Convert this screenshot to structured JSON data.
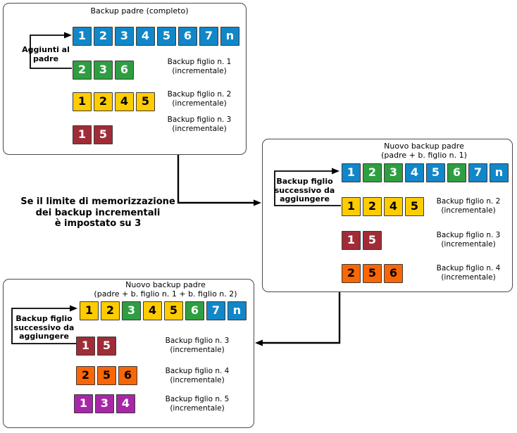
{
  "diagram": {
    "note": "Se il limite di memorizzazione\ndei backup incrementali\nè impostato su 3",
    "colors": {
      "blue": "#1187c9",
      "green": "#2f9e41",
      "yellow": "#ffcc00",
      "red": "#a02c38",
      "orange": "#f96605",
      "purple": "#a827a8",
      "line": "#000000",
      "panel_border": "#4a4a4a"
    },
    "panels": [
      {
        "title": "Backup padre (completo)",
        "bracket_label": "Aggiunti al\npadre",
        "rows": [
          {
            "blocks": [
              {
                "value": "1",
                "color": "blue"
              },
              {
                "value": "2",
                "color": "blue"
              },
              {
                "value": "3",
                "color": "blue"
              },
              {
                "value": "4",
                "color": "blue"
              },
              {
                "value": "5",
                "color": "blue"
              },
              {
                "value": "6",
                "color": "blue"
              },
              {
                "value": "7",
                "color": "blue"
              },
              {
                "value": "n",
                "color": "blue"
              }
            ],
            "label": ""
          },
          {
            "blocks": [
              {
                "value": "2",
                "color": "green"
              },
              {
                "value": "3",
                "color": "green"
              },
              {
                "value": "6",
                "color": "green"
              }
            ],
            "label": "Backup figlio n. 1\n(incrementale)"
          },
          {
            "blocks": [
              {
                "value": "1",
                "color": "yellow"
              },
              {
                "value": "2",
                "color": "yellow"
              },
              {
                "value": "4",
                "color": "yellow"
              },
              {
                "value": "5",
                "color": "yellow"
              }
            ],
            "label": "Backup figlio n. 2\n(incrementale)"
          },
          {
            "blocks": [
              {
                "value": "1",
                "color": "red"
              },
              {
                "value": "5",
                "color": "red"
              }
            ],
            "label": "Backup figlio n. 3\n(incrementale)"
          }
        ]
      },
      {
        "title": "Nuovo backup padre\n(padre + b. figlio n. 1)",
        "bracket_label": "Backup figlio\nsuccessivo da\naggiungere",
        "rows": [
          {
            "blocks": [
              {
                "value": "1",
                "color": "blue"
              },
              {
                "value": "2",
                "color": "green"
              },
              {
                "value": "3",
                "color": "green"
              },
              {
                "value": "4",
                "color": "blue"
              },
              {
                "value": "5",
                "color": "blue"
              },
              {
                "value": "6",
                "color": "green"
              },
              {
                "value": "7",
                "color": "blue"
              },
              {
                "value": "n",
                "color": "blue"
              }
            ],
            "label": ""
          },
          {
            "blocks": [
              {
                "value": "1",
                "color": "yellow"
              },
              {
                "value": "2",
                "color": "yellow"
              },
              {
                "value": "4",
                "color": "yellow"
              },
              {
                "value": "5",
                "color": "yellow"
              }
            ],
            "label": "Backup figlio n. 2\n(incrementale)"
          },
          {
            "blocks": [
              {
                "value": "1",
                "color": "red"
              },
              {
                "value": "5",
                "color": "red"
              }
            ],
            "label": "Backup figlio n. 3\n(incrementale)"
          },
          {
            "blocks": [
              {
                "value": "2",
                "color": "orange"
              },
              {
                "value": "5",
                "color": "orange"
              },
              {
                "value": "6",
                "color": "orange"
              }
            ],
            "label": "Backup figlio n. 4\n(incrementale)"
          }
        ]
      },
      {
        "title": "Nuovo backup padre\n(padre + b. figlio n. 1 + b. figlio n. 2)",
        "bracket_label": "Backup figlio\nsuccessivo da\naggiungere",
        "rows": [
          {
            "blocks": [
              {
                "value": "1",
                "color": "yellow"
              },
              {
                "value": "2",
                "color": "yellow"
              },
              {
                "value": "3",
                "color": "green"
              },
              {
                "value": "4",
                "color": "yellow"
              },
              {
                "value": "5",
                "color": "yellow"
              },
              {
                "value": "6",
                "color": "green"
              },
              {
                "value": "7",
                "color": "blue"
              },
              {
                "value": "n",
                "color": "blue"
              }
            ],
            "label": ""
          },
          {
            "blocks": [
              {
                "value": "1",
                "color": "red"
              },
              {
                "value": "5",
                "color": "red"
              }
            ],
            "label": "Backup figlio n. 3\n(incrementale)"
          },
          {
            "blocks": [
              {
                "value": "2",
                "color": "orange"
              },
              {
                "value": "5",
                "color": "orange"
              },
              {
                "value": "6",
                "color": "orange"
              }
            ],
            "label": "Backup figlio n. 4\n(incrementale)"
          },
          {
            "blocks": [
              {
                "value": "1",
                "color": "purple"
              },
              {
                "value": "3",
                "color": "purple"
              },
              {
                "value": "4",
                "color": "purple"
              }
            ],
            "label": "Backup figlio n. 5\n(incrementale)"
          }
        ]
      }
    ]
  }
}
